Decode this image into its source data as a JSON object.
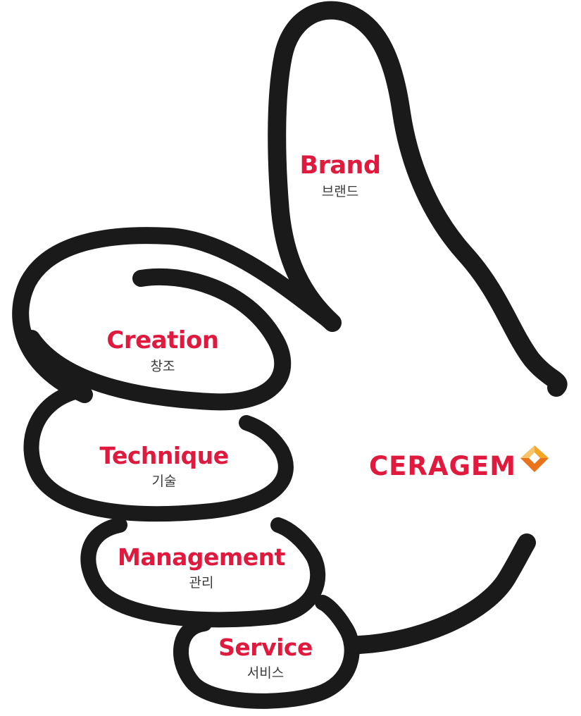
{
  "labels": {
    "brand": {
      "en": "Brand",
      "ko": "브랜드"
    },
    "creation": {
      "en": "Creation",
      "ko": "창조"
    },
    "technique": {
      "en": "Technique",
      "ko": "기술"
    },
    "management": {
      "en": "Management",
      "ko": "관리"
    },
    "service": {
      "en": "Service",
      "ko": "서비스"
    }
  },
  "logo": {
    "text": "CERAGEM",
    "color": "#e0193f",
    "mark_colors": [
      "#f5a623",
      "#e8731a",
      "#f7c46a"
    ]
  },
  "colors": {
    "label_en": "#e0193f",
    "label_ko": "#3a3a3a",
    "outline": "#1a1a1a"
  }
}
